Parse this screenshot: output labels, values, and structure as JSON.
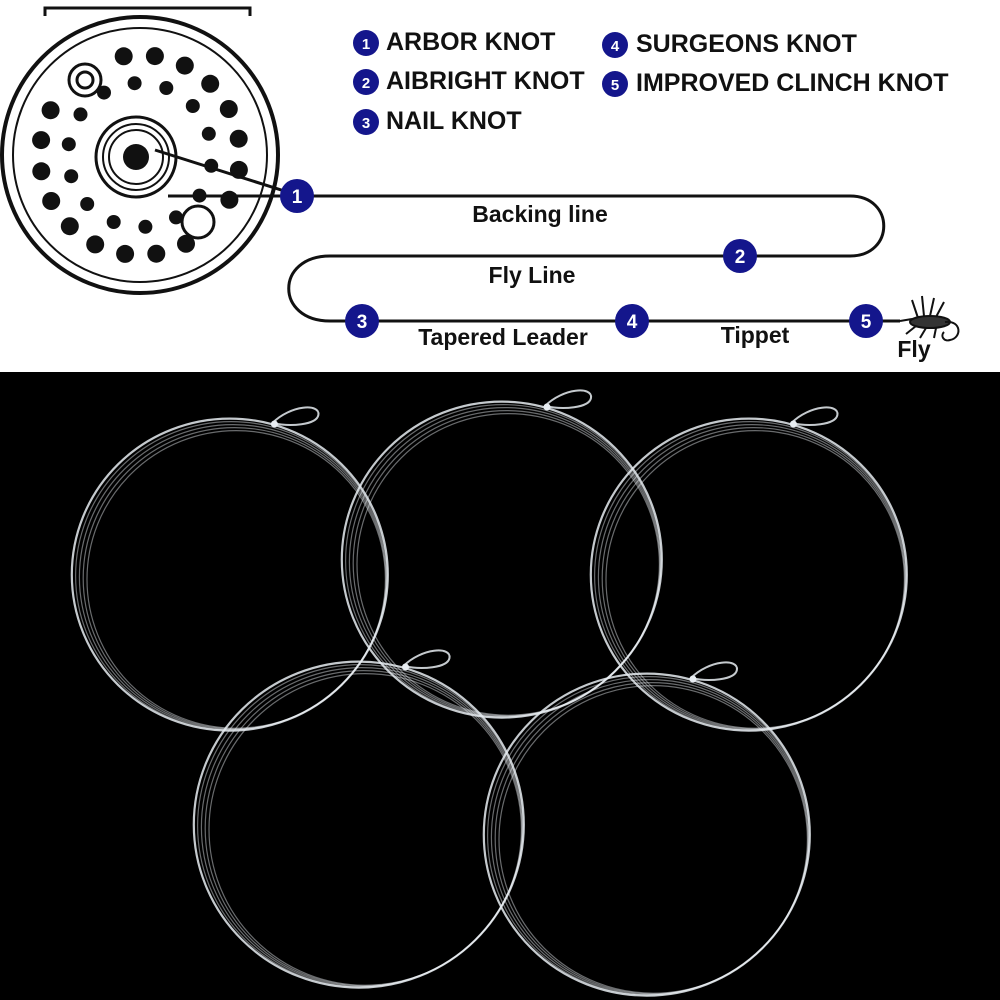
{
  "colors": {
    "knot_badge": "#14168c",
    "line": "#111111",
    "background_top": "#ffffff",
    "background_bottom": "#000000",
    "leader_coil": "#e8edf2"
  },
  "legend": [
    {
      "number": "1",
      "label": "ARBOR KNOT"
    },
    {
      "number": "2",
      "label": "AIBRIGHT KNOT"
    },
    {
      "number": "3",
      "label": "NAIL KNOT"
    },
    {
      "number": "4",
      "label": "SURGEONS KNOT"
    },
    {
      "number": "5",
      "label": "IMPROVED CLINCH KNOT"
    }
  ],
  "line_sections": {
    "backing": "Backing line",
    "fly_line": "Fly Line",
    "leader": "Tapered Leader",
    "tippet": "Tippet",
    "fly": "Fly"
  },
  "knots": [
    "1",
    "2",
    "3",
    "4",
    "5"
  ],
  "photo": {
    "subject": "leader-coils",
    "coil_count": 5
  }
}
